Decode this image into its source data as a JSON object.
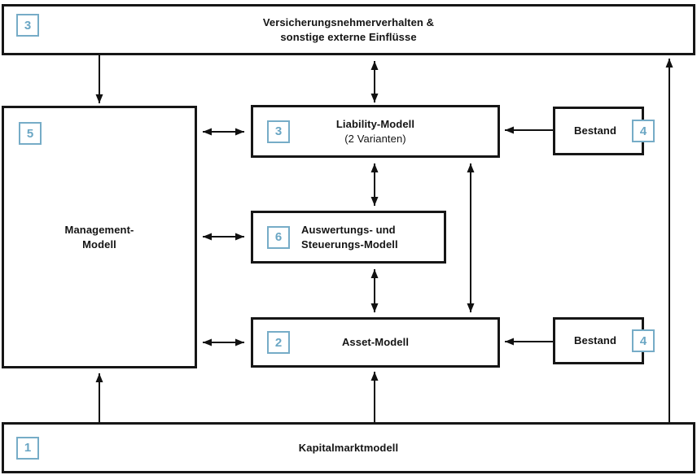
{
  "colors": {
    "box_border": "#161616",
    "badge_blue": "#76acc7",
    "arrow": "#111111",
    "background": "#ffffff"
  },
  "diagram": {
    "boxes": {
      "external": {
        "badge": "3",
        "line1": "Versicherungsnehmerverhalten &",
        "line2": "sonstige externe Einflüsse"
      },
      "management": {
        "badge": "5",
        "line1": "Management-",
        "line2": "Modell"
      },
      "liability": {
        "badge": "3",
        "title": "Liability-Modell",
        "subtitle": "(2 Varianten)"
      },
      "evaluation": {
        "badge": "6",
        "line1": "Auswertungs- und",
        "line2": "Steuerungs-Modell"
      },
      "asset": {
        "badge": "2",
        "title": "Asset-Modell"
      },
      "bestand_top": {
        "badge": "4",
        "title": "Bestand"
      },
      "bestand_bottom": {
        "badge": "4",
        "title": "Bestand"
      },
      "capital_market": {
        "badge": "1",
        "title": "Kapitalmarktmodell"
      }
    },
    "edges": [
      {
        "from": "external",
        "to": "management",
        "type": "one-way"
      },
      {
        "from": "external",
        "to": "liability",
        "type": "two-way"
      },
      {
        "from": "capital_market",
        "to": "external",
        "type": "one-way"
      },
      {
        "from": "management",
        "to": "liability",
        "type": "two-way"
      },
      {
        "from": "management",
        "to": "evaluation",
        "type": "two-way"
      },
      {
        "from": "management",
        "to": "asset",
        "type": "two-way"
      },
      {
        "from": "liability",
        "to": "evaluation",
        "type": "two-way"
      },
      {
        "from": "evaluation",
        "to": "asset",
        "type": "two-way"
      },
      {
        "from": "liability",
        "to": "asset",
        "type": "two-way"
      },
      {
        "from": "bestand_top",
        "to": "liability",
        "type": "one-way"
      },
      {
        "from": "bestand_bottom",
        "to": "asset",
        "type": "one-way"
      },
      {
        "from": "capital_market",
        "to": "management",
        "type": "one-way"
      },
      {
        "from": "capital_market",
        "to": "asset",
        "type": "one-way"
      }
    ]
  }
}
